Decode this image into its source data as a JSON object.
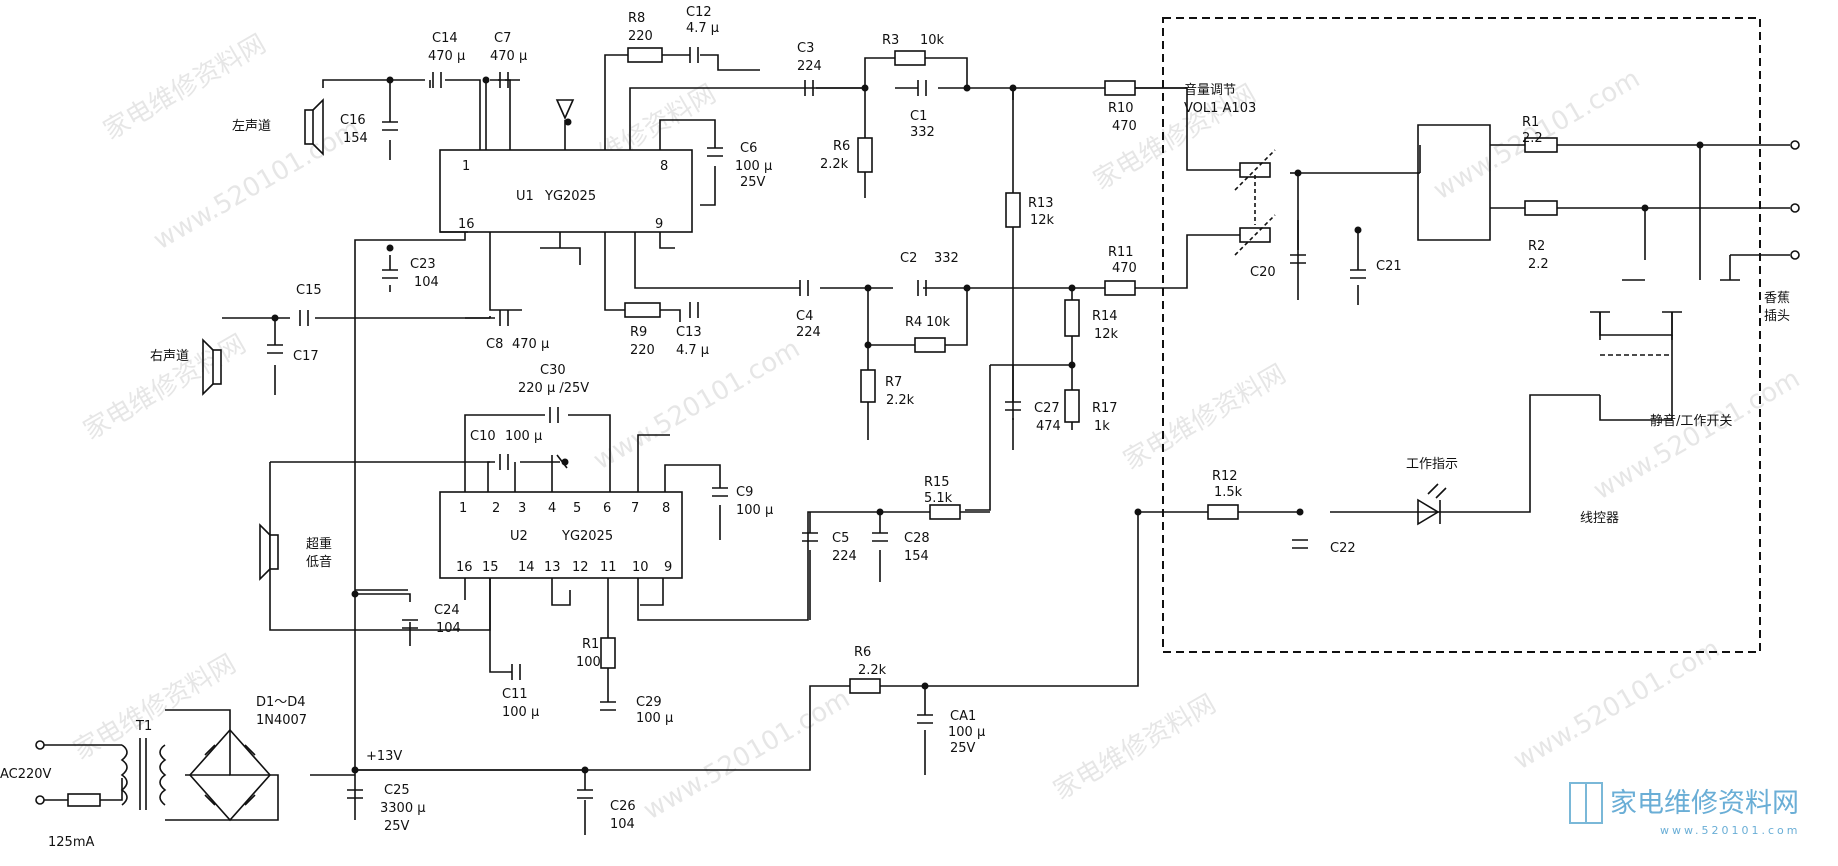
{
  "labels": {
    "C14": "C14",
    "C14v": "470 μ",
    "C7": "C7",
    "C7v": "470 μ",
    "C16": "C16",
    "C16v": "154",
    "spk_left": "左声道",
    "R8": "R8",
    "R8v": "220",
    "C12": "C12",
    "C12v": "4.7 μ",
    "C3": "C3",
    "C3v": "224",
    "R3": "R3",
    "R3v": "10k",
    "C1": "C1",
    "C1v": "332",
    "R6a": "R6",
    "R6av": "2.2k",
    "C6": "C6",
    "C6v1": "100 μ",
    "C6v2": "25V",
    "U1": "U1",
    "U1p": "YG2025",
    "R13": "R13",
    "R13v": "12k",
    "R10": "R10",
    "R10v": "470",
    "C23": "C23",
    "C23v": "104",
    "C15": "C15",
    "C17": "C17",
    "spk_right": "右声道",
    "C8": "C8",
    "C8v": "470 μ",
    "R9": "R9",
    "R9v": "220",
    "C13": "C13",
    "C13v": "4.7 μ",
    "C4": "C4",
    "C4v": "224",
    "C2": "C2",
    "C2v": "332",
    "R4": "R4",
    "R4v": "10k",
    "R7": "R7",
    "R7v": "2.2k",
    "R11": "R11",
    "R11v": "470",
    "R14": "R14",
    "R14v": "12k",
    "C27": "C27",
    "C27v": "474",
    "R17": "R17",
    "R17v": "1k",
    "C30": "C30",
    "C30v": "220 μ /25V",
    "C10": "C10",
    "C10v": "100 μ",
    "C9": "C9",
    "C9v": "100 μ",
    "spk_sub1": "超重",
    "spk_sub2": "低音",
    "U2": "U2",
    "U2p": "YG2025",
    "R15": "R15",
    "R15v": "5.1k",
    "C5": "C5",
    "C5v": "224",
    "C28": "C28",
    "C28v": "154",
    "C24": "C24",
    "C24v": "104",
    "R1b": "R1",
    "R1bv": "100",
    "C29": "C29",
    "C29v": "100 μ",
    "C11": "C11",
    "C11v": "100 μ",
    "R6b": "R6",
    "R6bv": "2.2k",
    "CA1": "CA1",
    "CA1v1": "100 μ",
    "CA1v2": "25V",
    "T1": "T1",
    "D": "D1～D4",
    "Dv": "1N4007",
    "v13": "+13V",
    "C25": "C25",
    "C25v1": "3300 μ",
    "C25v2": "25V",
    "C26": "C26",
    "C26v": "104",
    "ac": "AC220V",
    "fuse": "125mA",
    "vol_title": "音量调节",
    "vol_name": "VOL1  A103",
    "R1": "R1",
    "R1v": "2.2",
    "R2": "R2",
    "R2v": "2.2",
    "C20": "C20",
    "C21": "C21",
    "jack1": "香蕉",
    "jack2": "插头",
    "sw": "静音/工作开关",
    "led": "工作指示",
    "R12": "R12",
    "R12v": "1.5k",
    "C22": "C22",
    "remote": "线控器"
  },
  "u1_pins": [
    "1",
    "8",
    "16",
    "9"
  ],
  "u2_pins_top": [
    "1",
    "2",
    "3",
    "4",
    "5",
    "6",
    "7",
    "8"
  ],
  "u2_pins_bottom": [
    "16",
    "15",
    "14",
    "13",
    "12",
    "11",
    "10",
    "9"
  ],
  "watermarks": {
    "site_cn": "家电维修资料网",
    "domain": "www.520101.com",
    "logo_text": "家电维修资料网",
    "logo_url": "www.520101.com"
  }
}
